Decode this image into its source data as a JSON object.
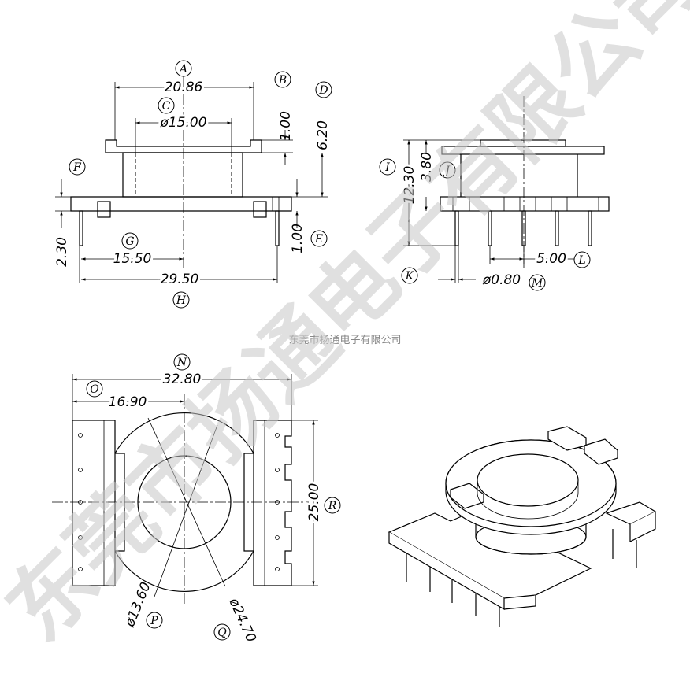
{
  "company_name": "东莞市扬通电子有限公司",
  "watermark": "东莞市扬通电子有限公司",
  "front_view": {
    "dims": {
      "width_top": "20.86",
      "inner_dia": "ø15.00",
      "flange_thk": "1.00",
      "height_total": "6.20",
      "base_thk": "1.00",
      "pin_len": "2.30",
      "half_width": "15.50",
      "width_base": "29.50"
    },
    "labels": {
      "A": "A",
      "B": "B",
      "C": "C",
      "D": "D",
      "E": "E",
      "F": "F",
      "G": "G",
      "H": "H"
    }
  },
  "side_view": {
    "dims": {
      "height": "12.30",
      "pin_depth": "3.80",
      "pitch": "5.00",
      "pin_dia": "ø0.80"
    },
    "labels": {
      "I": "I",
      "J": "J",
      "K": "K",
      "L": "L",
      "M": "M"
    }
  },
  "top_view": {
    "dims": {
      "width": "32.80",
      "half_width": "16.90",
      "depth": "25.00",
      "inner_dia": "ø13.60",
      "outer_dia": "ø24.70"
    },
    "labels": {
      "N": "N",
      "O": "O",
      "P": "P",
      "Q": "Q",
      "R": "R"
    }
  }
}
